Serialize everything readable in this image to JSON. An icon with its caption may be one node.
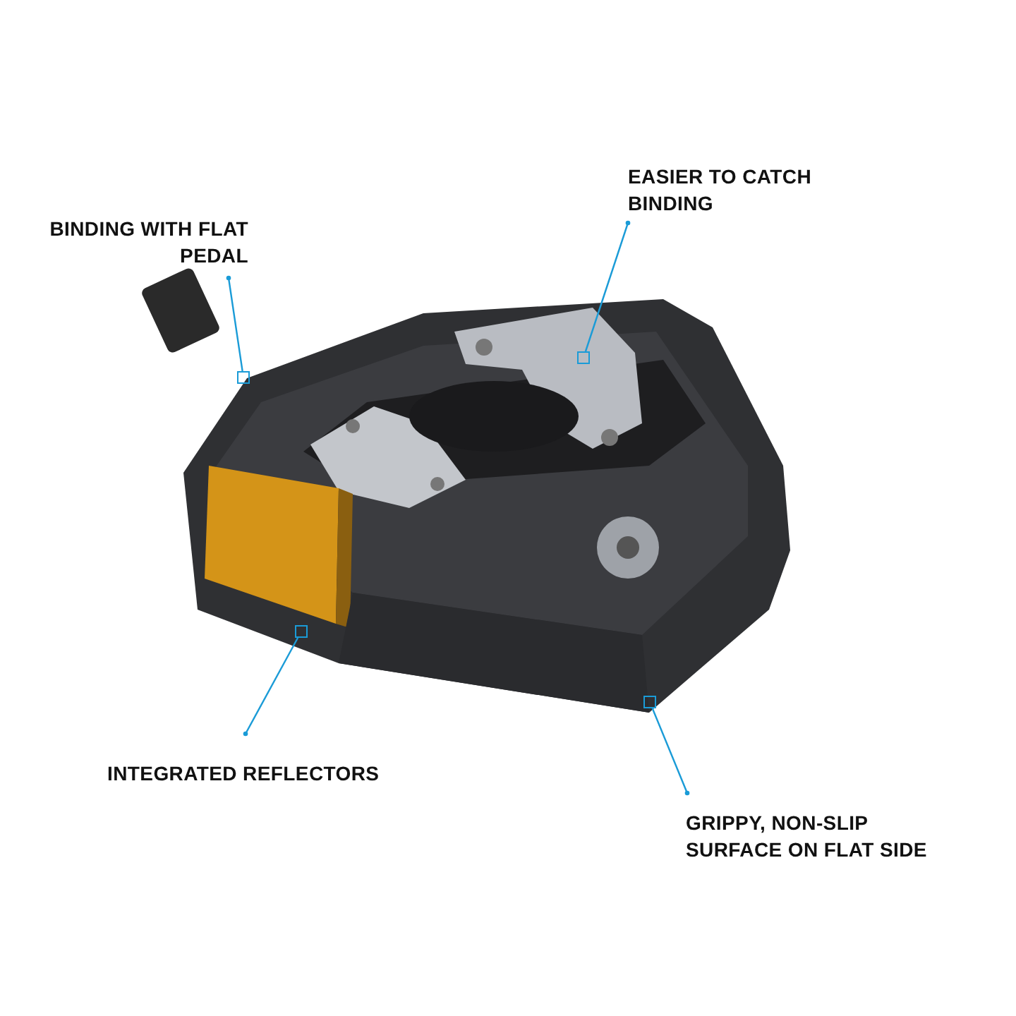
{
  "diagram": {
    "nodes": [
      {
        "text": [
          "BINDING WITH FLAT PEDAL"
        ]
      },
      {
        "text": [
          "EASIER TO CATCH BINDING"
        ]
      },
      {
        "text": [
          "INTEGRATED REFLECTORS"
        ]
      },
      {
        "text": [
          "GRIPPY, NON-SLIP SURFACE ON FLAT SIDE"
        ]
      },
      {
        "text": [],
        "shape": "box"
      },
      {
        "text": [],
        "shape": "box"
      },
      {
        "text": [],
        "shape": "box"
      },
      {
        "text": [],
        "shape": "box"
      }
    ],
    "edges": [
      {
        "from": 0,
        "to": 4,
        "arrow": "other"
      },
      {
        "from": 1,
        "to": 5,
        "arrow": "other"
      },
      {
        "from": 2,
        "to": 6,
        "arrow": "other"
      },
      {
        "from": 3,
        "to": 7,
        "arrow": "other"
      }
    ]
  }
}
